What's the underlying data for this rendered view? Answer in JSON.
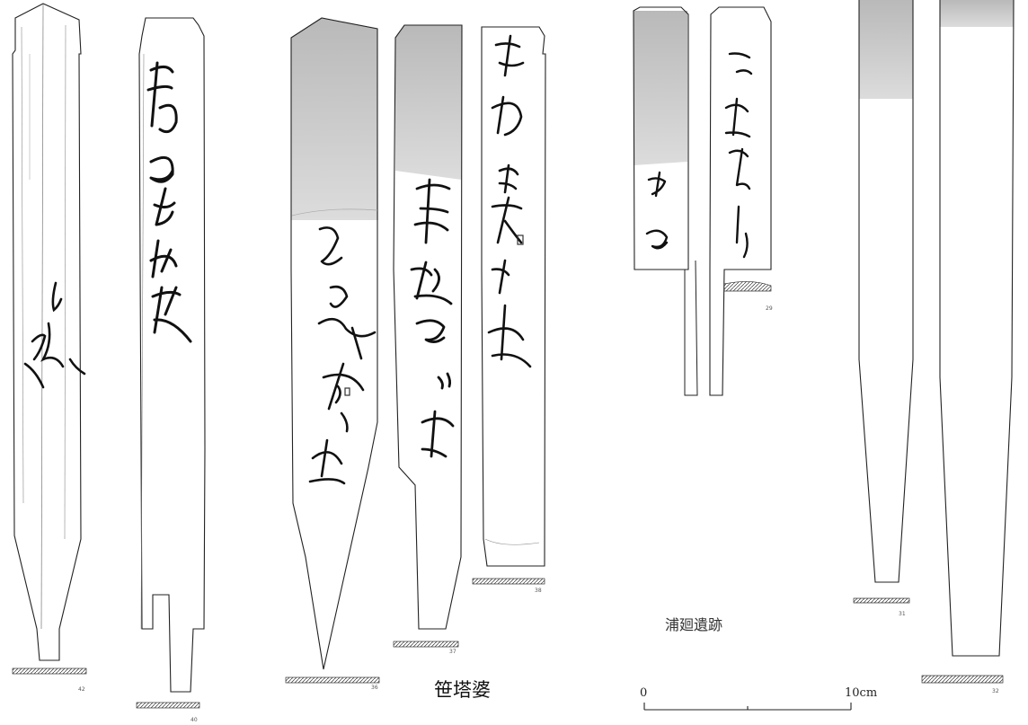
{
  "captions": {
    "site_left": "笹塔婆",
    "site_right": "浦廻遺跡"
  },
  "scale_bar": {
    "start": "0",
    "end": "10cm"
  },
  "specimen_numbers": [
    "42",
    "40",
    "36",
    "37",
    "38",
    "29",
    "31",
    "32"
  ]
}
